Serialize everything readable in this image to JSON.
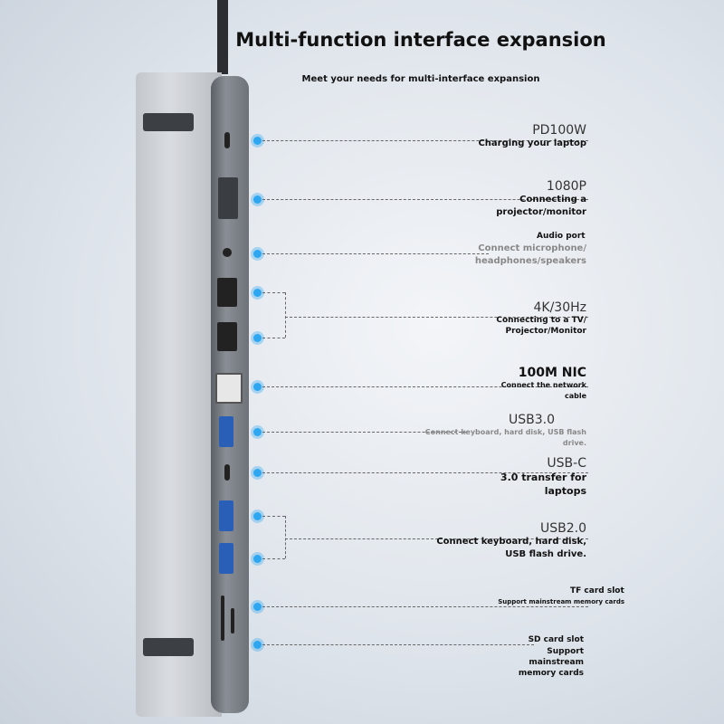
{
  "title": "Multi-function interface expansion",
  "subtitle": "Meet your needs for multi-interface expansion",
  "accent_color": "#2ea6f0",
  "ports": [
    {
      "name": "PD100W",
      "desc": "Charging your laptop"
    },
    {
      "name": "1080P",
      "desc": "Connecting a projector/monitor"
    },
    {
      "name": "Audio port",
      "desc": "Connect microphone/ headphones/speakers"
    },
    {
      "name": "4K/30Hz",
      "desc": "Connecting to a TV/ Projector/Monitor"
    },
    {
      "name": "100M NIC",
      "desc": "Connect the network cable"
    },
    {
      "name": "USB3.0",
      "desc": "Connect keyboard, hard disk, USB flash drive."
    },
    {
      "name": "USB-C",
      "desc": "3.0 transfer for laptops"
    },
    {
      "name": "USB2.0",
      "desc": "Connect keyboard, hard disk, USB flash drive."
    },
    {
      "name": "TF card slot",
      "desc": "Support mainstream memory cards"
    },
    {
      "name": "SD card slot",
      "desc": "Support mainstream memory cards"
    }
  ]
}
